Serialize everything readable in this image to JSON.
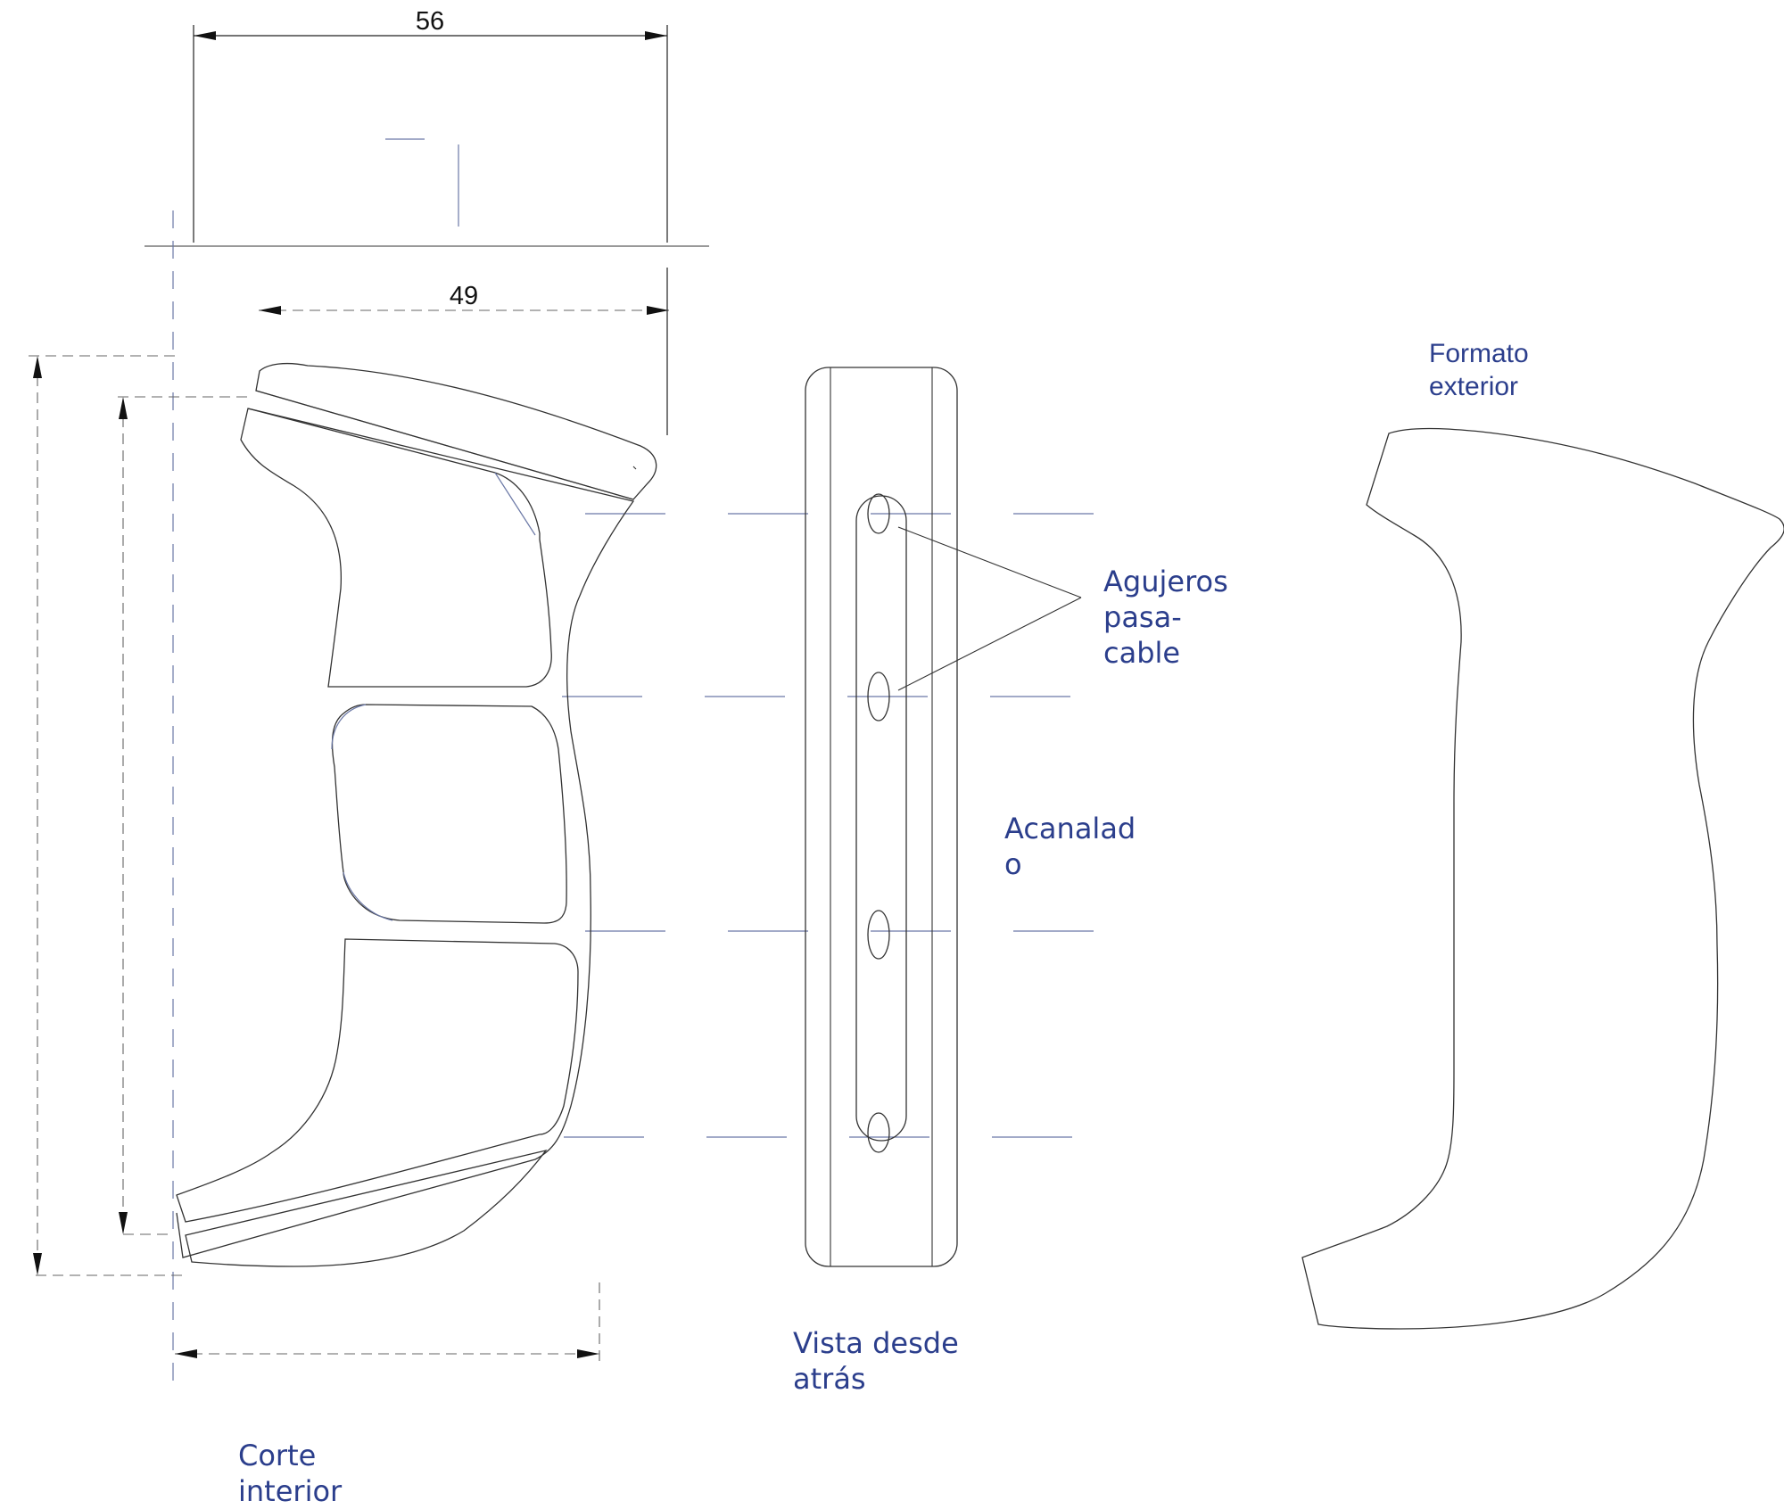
{
  "dimensions": {
    "top_width": "56",
    "inner_width": "49"
  },
  "labels": {
    "outer_shape": "Formato\nexterior",
    "cable_holes": "Agujeros\npasa-\ncable",
    "groove": "Acanalad\no",
    "back_view": "Vista desde\natrás",
    "inner_cut": "Corte\ninterior"
  },
  "colors": {
    "label_blue": "#2b3e8c",
    "line_blue": "#6b78a6",
    "outline": "#333333"
  }
}
